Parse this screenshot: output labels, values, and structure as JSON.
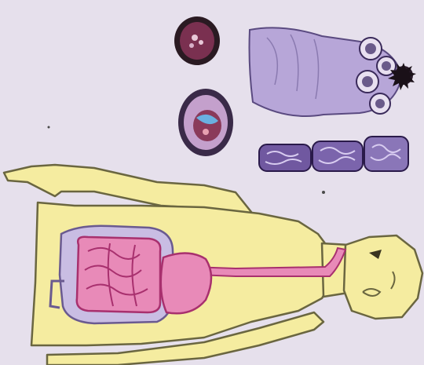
{
  "illustration": {
    "subject": "",
    "parts": {
      "human_body": {
        "name": "human-body"
      },
      "digestive_tract": {
        "name": "digestive-tract"
      },
      "eggs": [
        {
          "name": "parasite-egg-1"
        },
        {
          "name": "parasite-egg-2"
        }
      ],
      "scolex": {
        "name": "tapeworm-scolex"
      },
      "proglottids": {
        "name": "tapeworm-proglottids"
      }
    }
  },
  "colors": {
    "background": "#e6e0ec",
    "body_fill": "#f5eca0",
    "outline": "#6a6640",
    "intestine": "#e88ab8",
    "intestine_outline": "#a8306e",
    "colon": "#c9bde3",
    "egg_shell": "#8a6aa5",
    "egg_core": "#5a2030",
    "scolex": "#b7a6d8",
    "segment": "#7058a0"
  }
}
